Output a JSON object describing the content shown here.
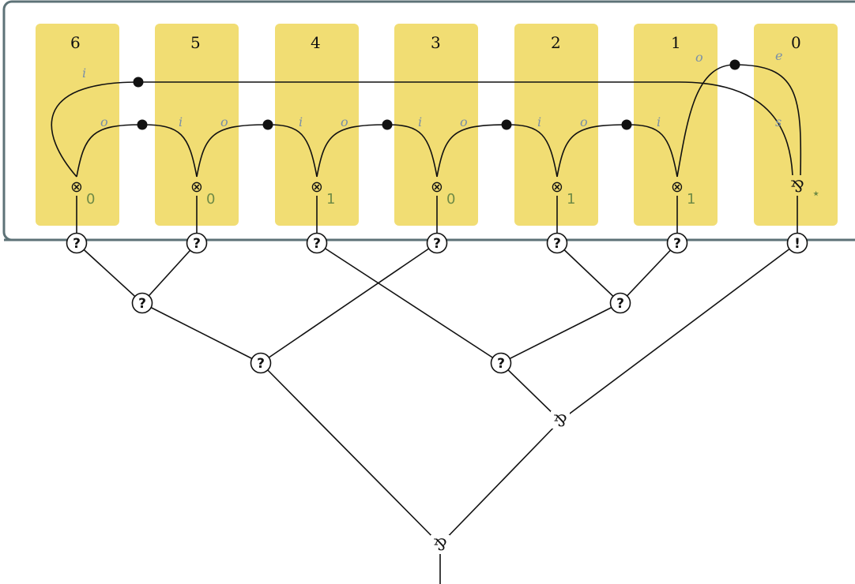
{
  "colors": {
    "box_fill": "#f1dd73",
    "frame": "#5d7277",
    "port_label": "#7a90a8",
    "value_label": "#6f8a45",
    "line": "#111111"
  },
  "columns": [
    {
      "label": "6",
      "port_top": "i",
      "port_mid": "",
      "operator": "⊗",
      "value": "0"
    },
    {
      "label": "5",
      "port_top": "",
      "port_mid": "o",
      "operator": "⊗",
      "value": "0"
    },
    {
      "label": "4",
      "port_top": "",
      "port_mid": "o",
      "operator": "⊗",
      "value": "1"
    },
    {
      "label": "3",
      "port_top": "",
      "port_mid": "o",
      "operator": "⊗",
      "value": "0"
    },
    {
      "label": "2",
      "port_top": "",
      "port_mid": "o",
      "operator": "⊗",
      "value": "1"
    },
    {
      "label": "1",
      "port_top": "o",
      "port_mid": "o",
      "operator": "⊗",
      "value": "1"
    },
    {
      "label": "0",
      "port_top": "e",
      "port_mid": "s",
      "operator": "⅋",
      "value": "⋆"
    }
  ],
  "mid_ports_i": [
    "i",
    "i",
    "i",
    "i",
    "i"
  ],
  "mid_port_o_6": "o",
  "modalities": [
    "?",
    "?",
    "?",
    "?",
    "?",
    "?",
    "!"
  ],
  "tree": {
    "contraction_label": "?",
    "par_label": "⅋"
  }
}
